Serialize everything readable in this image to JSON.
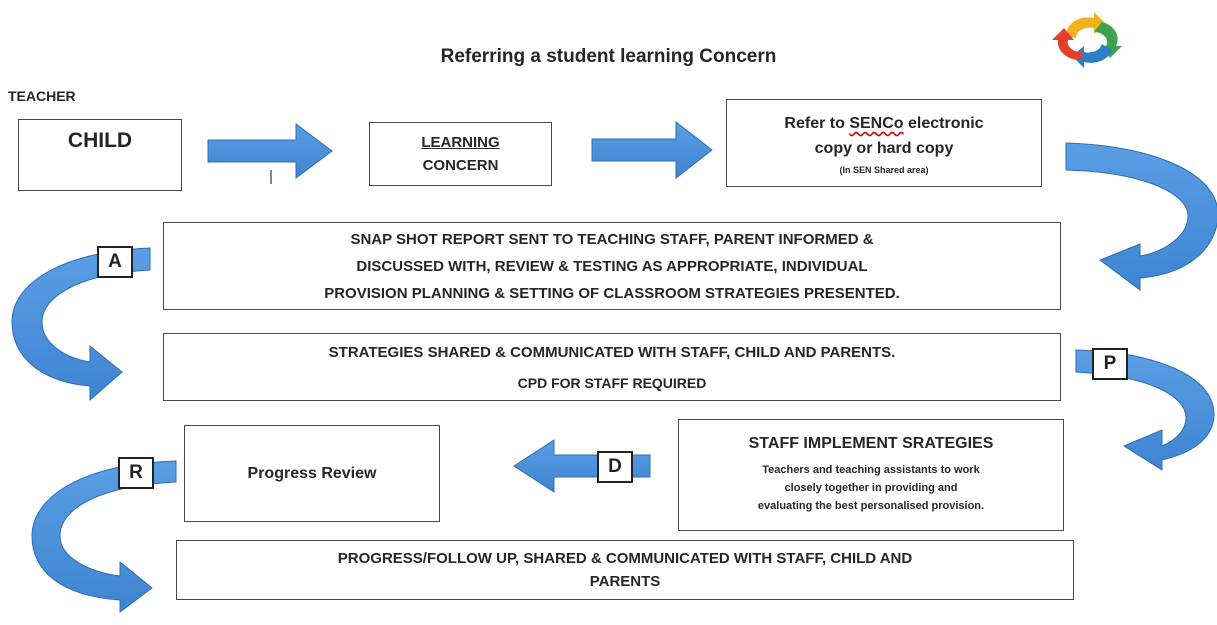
{
  "title": "Referring a student learning Concern",
  "teacher_label": "TEACHER",
  "child": {
    "label": "CHILD"
  },
  "learning_concern": {
    "line1": "LEARNING",
    "line2": "CONCERN"
  },
  "refer": {
    "line1_prefix": "Refer to ",
    "line1_senco": "SENCo",
    "line1_suffix": " electronic",
    "line2": "copy or hard copy",
    "sub": "(In SEN Shared area)"
  },
  "snapshot": {
    "line1": "SNAP SHOT REPORT SENT TO TEACHING STAFF, PARENT INFORMED &",
    "line2": "DISCUSSED WITH, REVIEW & TESTING AS APPROPRIATE, INDIVIDUAL",
    "line3": "PROVISION PLANNING & SETTING OF CLASSROOM STRATEGIES PRESENTED."
  },
  "strategies": {
    "line1": "STRATEGIES SHARED & COMMUNICATED WITH STAFF, CHILD AND PARENTS.",
    "line2": "CPD FOR STAFF REQUIRED"
  },
  "staff": {
    "title": "STAFF IMPLEMENT SRATEGIES",
    "line1": "Teachers and teaching assistants to work",
    "line2": "closely together in providing and",
    "line3": "evaluating the best personalised provision."
  },
  "progress_review": {
    "label": "Progress Review"
  },
  "followup": {
    "line1": "PROGRESS/FOLLOW UP, SHARED & COMMUNICATED WITH STAFF, CHILD AND",
    "line2": "PARENTS"
  },
  "letters": {
    "a": "A",
    "p": "P",
    "d": "D",
    "r": "R"
  },
  "colors": {
    "arrow_fill": "#4a90d9",
    "arrow_stroke": "#2e6eb5",
    "box_border": "#4a4a4a"
  },
  "icons": {
    "logo": "cycle-arrows-logo"
  }
}
